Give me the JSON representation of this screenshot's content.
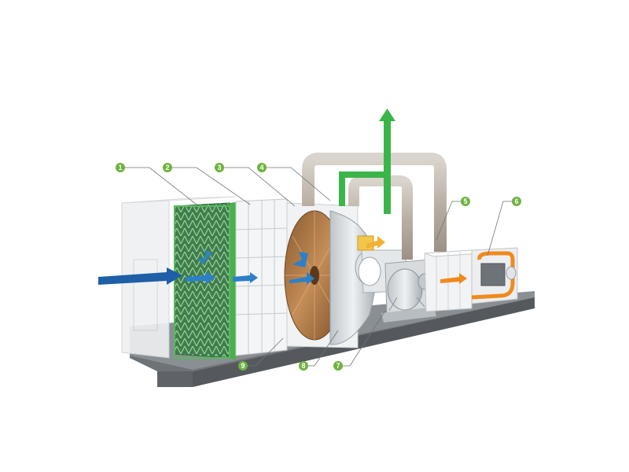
{
  "diagram": {
    "callouts": [
      {
        "id": "callout-1",
        "label": "1"
      },
      {
        "id": "callout-2",
        "label": "2"
      },
      {
        "id": "callout-3",
        "label": "3"
      },
      {
        "id": "callout-4",
        "label": "4"
      },
      {
        "id": "callout-5",
        "label": "5"
      },
      {
        "id": "callout-6",
        "label": "6"
      },
      {
        "id": "callout-7",
        "label": "7"
      },
      {
        "id": "callout-8",
        "label": "8"
      },
      {
        "id": "callout-9",
        "label": "9"
      }
    ],
    "colors": {
      "callout_green": "#6db33f",
      "airflow_blue": "#1f5fa8",
      "exhaust_green": "#3bb54a",
      "hot_orange": "#f08a1c",
      "base_gray": "#8a8f93",
      "panel_gray": "#e9ecef",
      "wheel_copper": "#b57a45"
    }
  }
}
